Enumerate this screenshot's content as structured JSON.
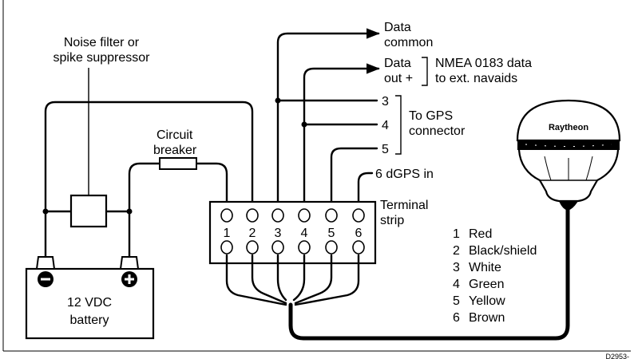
{
  "labels": {
    "noise_filter_line1": "Noise filter or",
    "noise_filter_line2": "spike suppressor",
    "circuit_breaker_line1": "Circuit",
    "circuit_breaker_line2": "breaker",
    "battery_line1": "12 VDC",
    "battery_line2": "battery",
    "battery_negative": "−",
    "battery_positive": "+",
    "data_common_line1": "Data",
    "data_common_line2": "common",
    "data_out_line1": "Data",
    "data_out_line2": "out +",
    "nmea_line1": "NMEA 0183 data",
    "nmea_line2": "to ext. navaids",
    "to_gps_line1": "To GPS",
    "to_gps_line2": "connector",
    "dgps_in": "6  dGPS in",
    "terminal_line1": "Terminal",
    "terminal_line2": "strip",
    "antenna_brand": "Raytheon",
    "figure_code": "D2953-"
  },
  "gps_pins": [
    "3",
    "4",
    "5"
  ],
  "terminals": [
    "1",
    "2",
    "3",
    "4",
    "5",
    "6"
  ],
  "wire_colors": [
    {
      "num": "1",
      "name": "Red"
    },
    {
      "num": "2",
      "name": "Black/shield"
    },
    {
      "num": "3",
      "name": "White"
    },
    {
      "num": "4",
      "name": "Green"
    },
    {
      "num": "5",
      "name": "Yellow"
    },
    {
      "num": "6",
      "name": "Brown"
    }
  ]
}
